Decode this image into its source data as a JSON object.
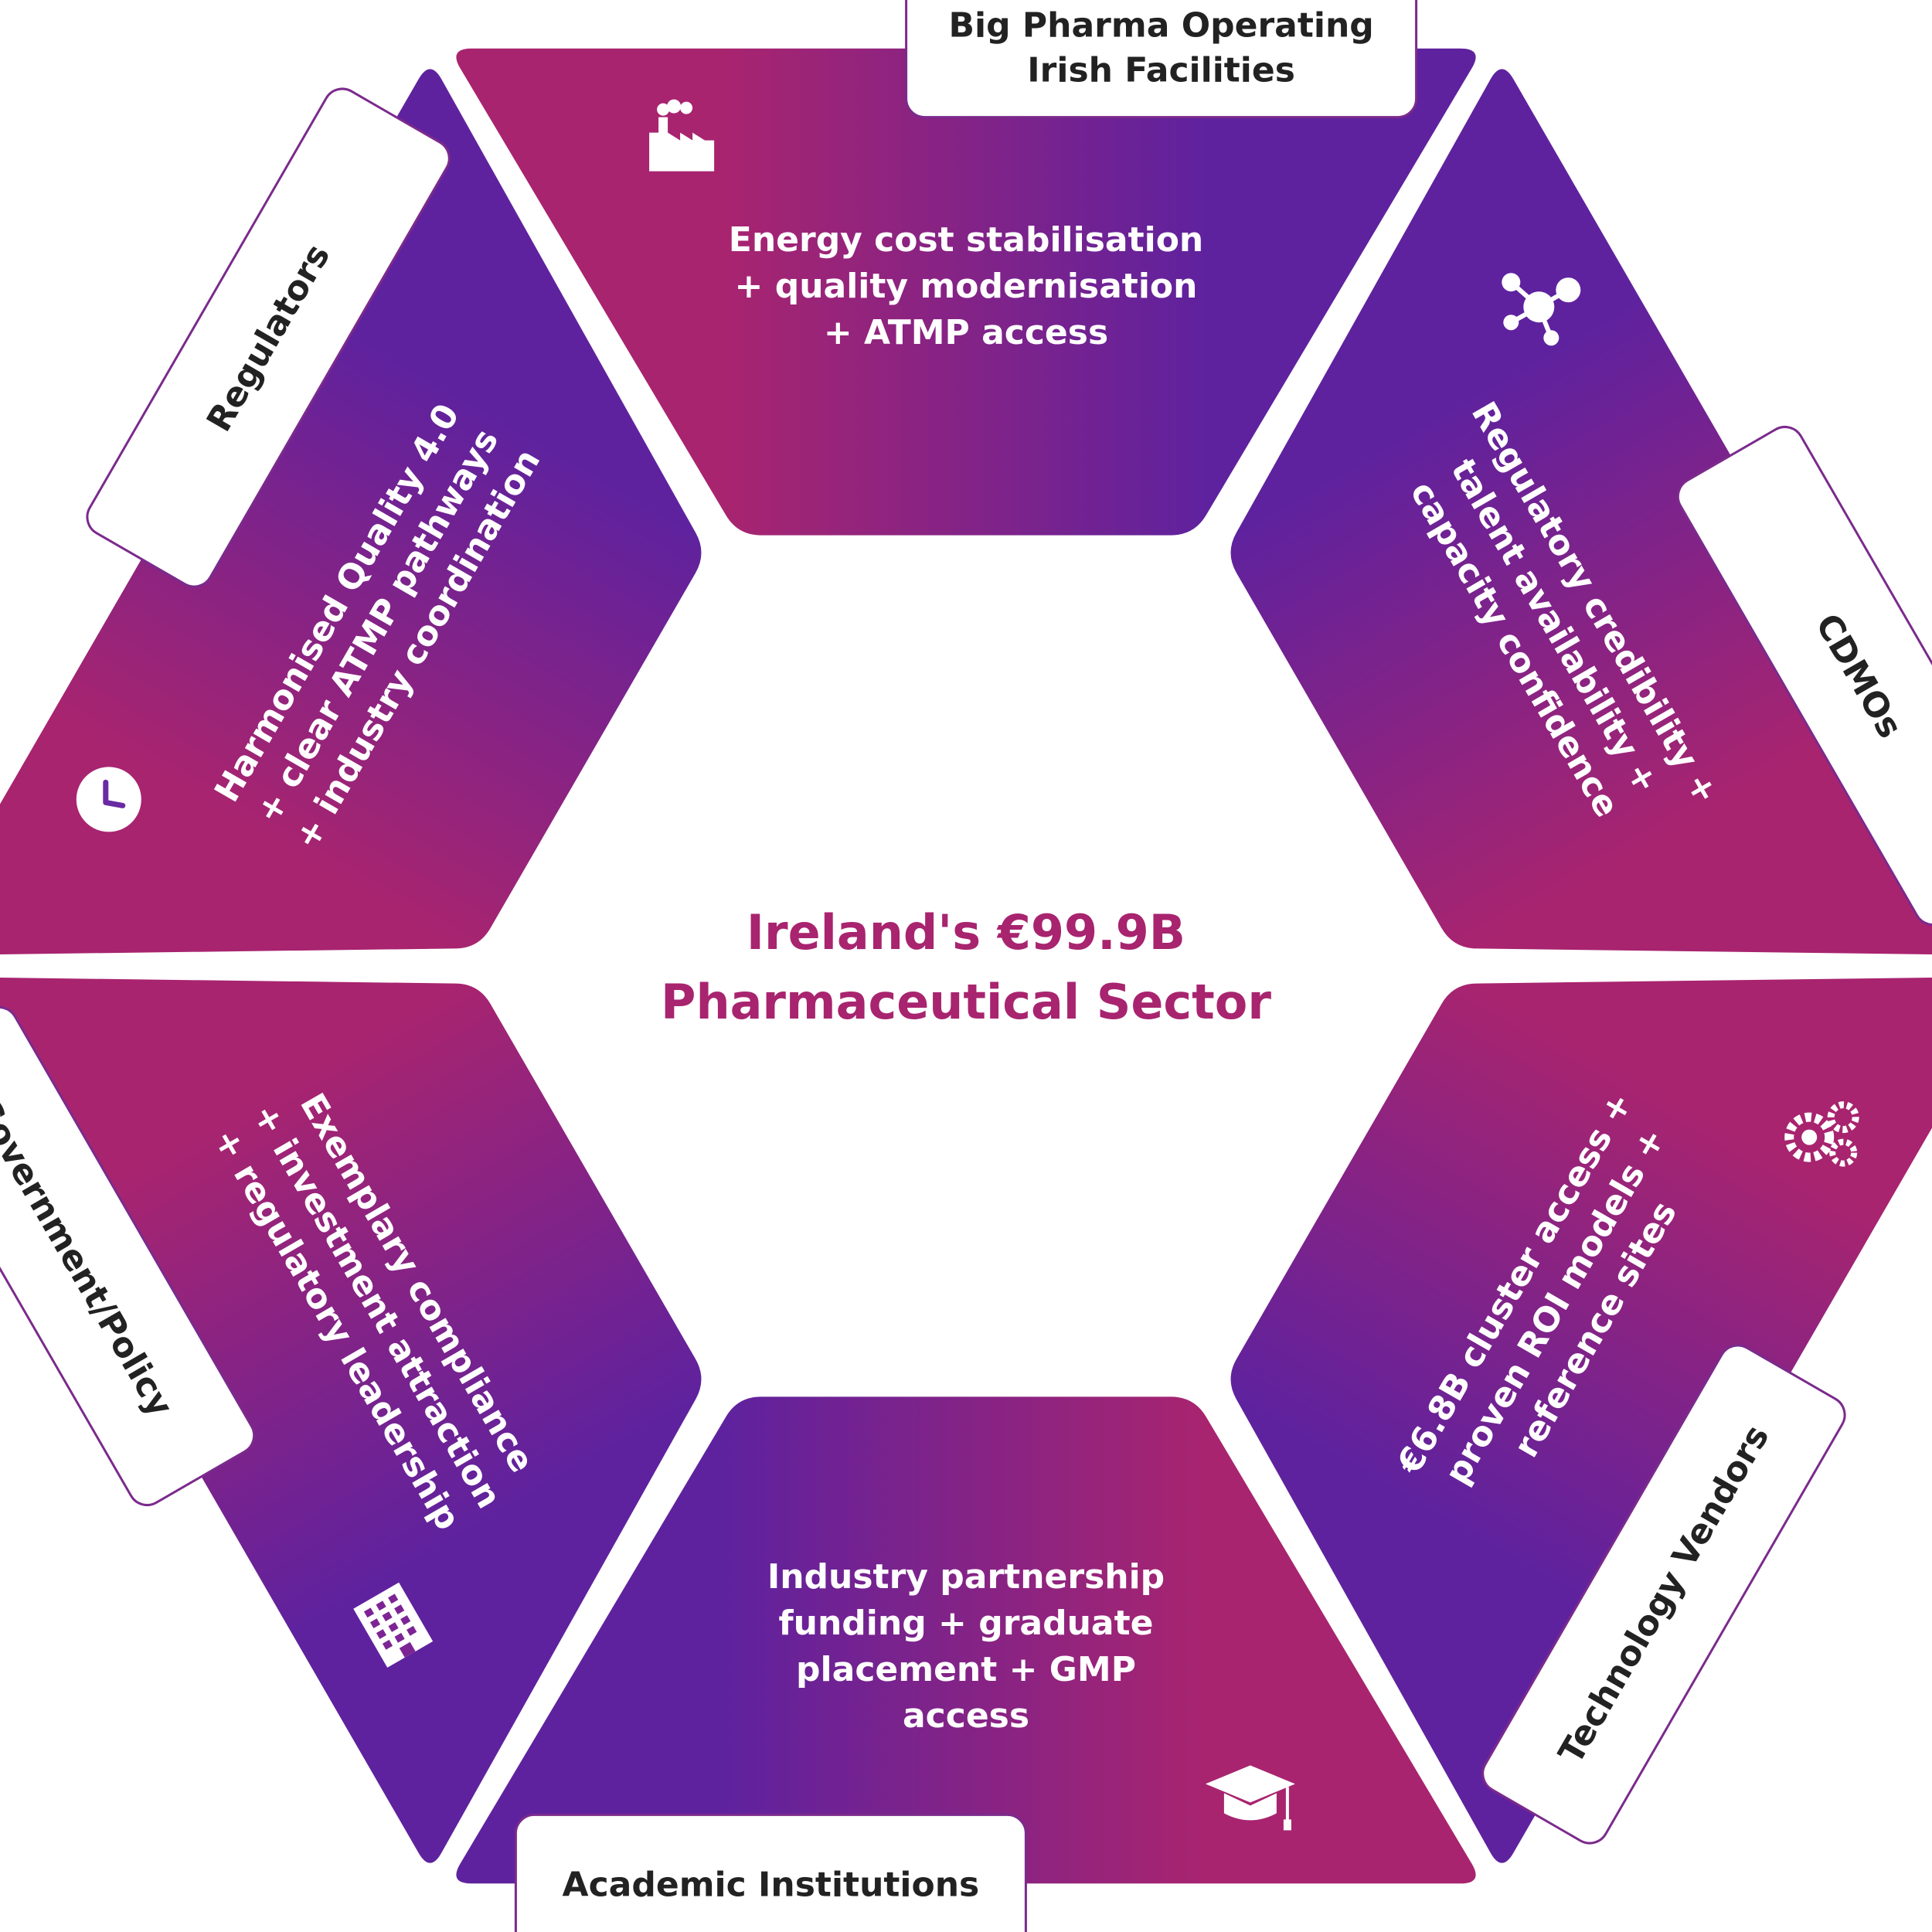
{
  "center": {
    "line1": "Ireland's €99.9B",
    "line2": "Pharmaceutical Sector"
  },
  "colors": {
    "magenta": "#a8246f",
    "purple": "#5f229e",
    "label_border": "#7b2a8c",
    "label_text": "#222222",
    "center_text": "#a8246f"
  },
  "segments": [
    {
      "id": "top",
      "stakeholder": [
        "Big Pharma Operating",
        "Irish Facilities"
      ],
      "benefit": [
        "Energy cost stabilisation",
        "+ quality modernisation",
        "+ ATMP access"
      ],
      "icon": "factory-icon"
    },
    {
      "id": "upper-right",
      "stakeholder": [
        "CDMOs"
      ],
      "benefit": [
        "Regulatory credibility +",
        "talent availability +",
        "capacity confidence"
      ],
      "icon": "network-icon"
    },
    {
      "id": "lower-right",
      "stakeholder": [
        "Technology Vendors"
      ],
      "benefit": [
        "€6.8B cluster access +",
        "proven ROI models +",
        "reference sites"
      ],
      "icon": "gears-icon"
    },
    {
      "id": "bottom",
      "stakeholder": [
        "Academic Institutions"
      ],
      "benefit": [
        "Industry partnership",
        "funding + graduate",
        "placement + GMP",
        "access"
      ],
      "icon": "graduation-cap-icon"
    },
    {
      "id": "lower-left",
      "stakeholder": [
        "Government/Policy"
      ],
      "benefit": [
        "Exemplary compliance",
        "+ investment attraction",
        "+ regulatory leadership"
      ],
      "icon": "building-icon"
    },
    {
      "id": "upper-left",
      "stakeholder": [
        "Regulators"
      ],
      "benefit": [
        "Harmonised Quality 4.0",
        "+ clear ATMP pathways",
        "+ industry coordination"
      ],
      "icon": "clock-icon"
    }
  ]
}
